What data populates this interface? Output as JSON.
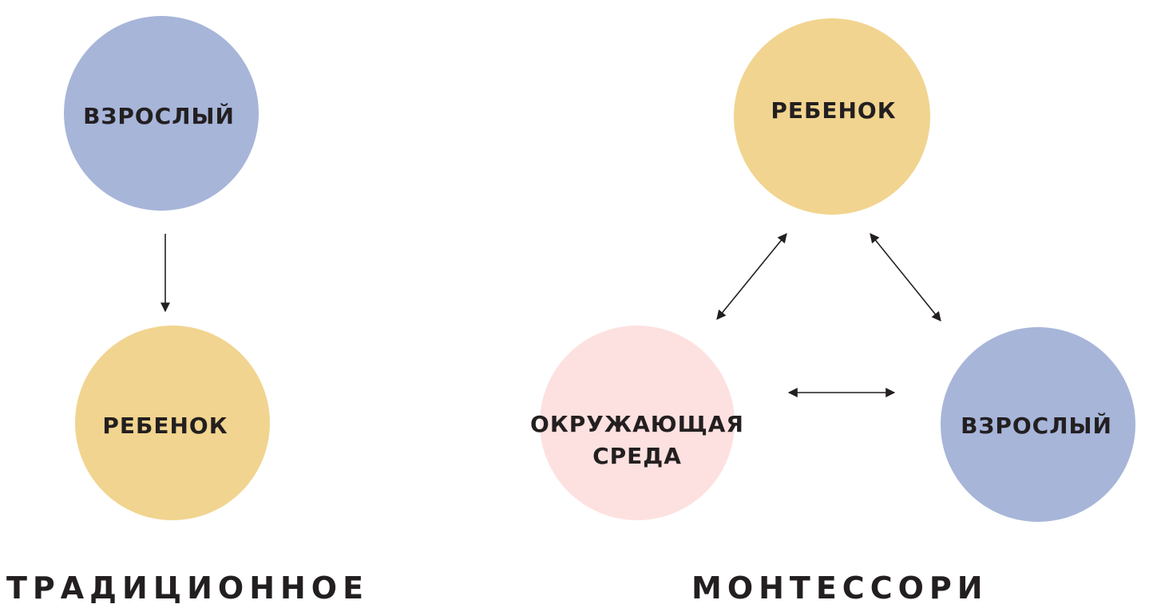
{
  "colors": {
    "adult": "#a7b5d9",
    "child": "#f1d48f",
    "environment": "#fde1e0",
    "text": "#231f20"
  },
  "traditional": {
    "title": "ТРАДИЦИОННОЕ",
    "adult": "ВЗРОСЛЫЙ",
    "child": "РЕБЕНОК"
  },
  "montessori": {
    "title": "МОНТЕССОРИ",
    "child": "РЕБЕНОК",
    "environment_line1": "ОКРУЖАЮЩАЯ",
    "environment_line2": "СРЕДА",
    "adult": "ВЗРОСЛЫЙ"
  }
}
